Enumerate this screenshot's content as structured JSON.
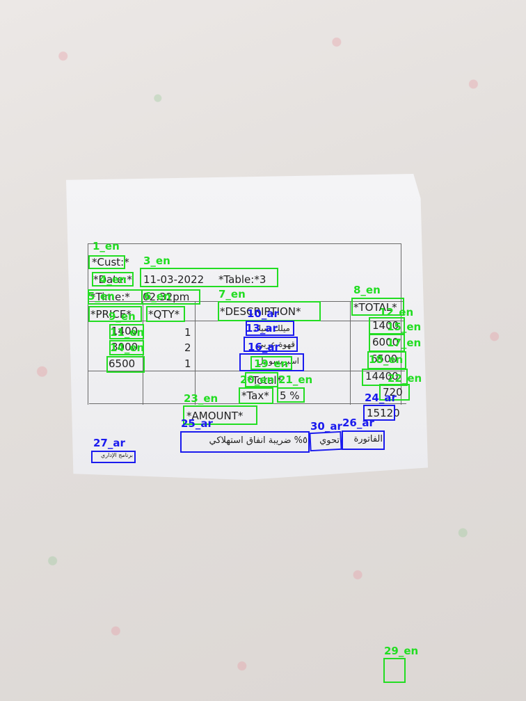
{
  "receipt": {
    "header": {
      "cust": "*Cust:*",
      "date": "*Date:*",
      "date_value": "11-03-2022",
      "table": "*Table:*3",
      "time": "*Time:*",
      "time_value": "02:32pm"
    },
    "columns": {
      "price": "*PRICE*",
      "qty": "*QTY*",
      "description": "*DESCRIPTION*",
      "total": "*TOTAL*"
    },
    "items": [
      {
        "price": "1400",
        "qty": "1",
        "description": "ميلك شيك",
        "total": "1400"
      },
      {
        "price": "3000",
        "qty": "2",
        "description": "قهوة عربي",
        "total": "6000"
      },
      {
        "price": "6500",
        "qty": "1",
        "description": "اسبريسو بل",
        "total": "6500"
      }
    ],
    "summary": {
      "total_label": "*Total*",
      "total_value": "14400",
      "tax_label": "*Tax*",
      "tax_value": "5 %",
      "tax_amount": "720",
      "amount_label": "*AMOUNT*",
      "amount_value": "15120"
    },
    "footer": {
      "tax_note": "٥% ضريبة انفاق استهلاكي",
      "contains": "تحوي",
      "invoice": "الفاتورة",
      "software": "برنامج الإداري"
    }
  },
  "annotations": [
    {
      "label": "1_en",
      "lang": "en"
    },
    {
      "label": "3_en",
      "lang": "en"
    },
    {
      "label": "4_en",
      "lang": "en"
    },
    {
      "label": "5_en",
      "lang": "en"
    },
    {
      "label": "6_en",
      "lang": "en"
    },
    {
      "label": "7_en",
      "lang": "en"
    },
    {
      "label": "8_en",
      "lang": "en"
    },
    {
      "label": "9_en",
      "lang": "en"
    },
    {
      "label": "10_ar",
      "lang": "ar"
    },
    {
      "label": "13_ar",
      "lang": "ar"
    },
    {
      "label": "16_ar",
      "lang": "ar"
    },
    {
      "label": "19_en",
      "lang": "en"
    },
    {
      "label": "20_en",
      "lang": "en"
    },
    {
      "label": "21_en",
      "lang": "en"
    },
    {
      "label": "23_en",
      "lang": "en"
    },
    {
      "label": "24_ar",
      "lang": "ar"
    },
    {
      "label": "25_ar",
      "lang": "ar"
    },
    {
      "label": "26_ar",
      "lang": "ar"
    },
    {
      "label": "27_ar",
      "lang": "ar"
    },
    {
      "label": "29_en",
      "lang": "en"
    },
    {
      "label": "30_ar",
      "lang": "ar"
    },
    {
      "label": "11_en",
      "lang": "en"
    },
    {
      "label": "12_en",
      "lang": "en"
    },
    {
      "label": "14_en",
      "lang": "en"
    },
    {
      "label": "15_en",
      "lang": "en"
    },
    {
      "label": "17_en",
      "lang": "en"
    },
    {
      "label": "18_en",
      "lang": "en"
    },
    {
      "label": "22_en",
      "lang": "en"
    }
  ],
  "colors": {
    "en_box": "#22dd22",
    "ar_box": "#1a1aee"
  }
}
